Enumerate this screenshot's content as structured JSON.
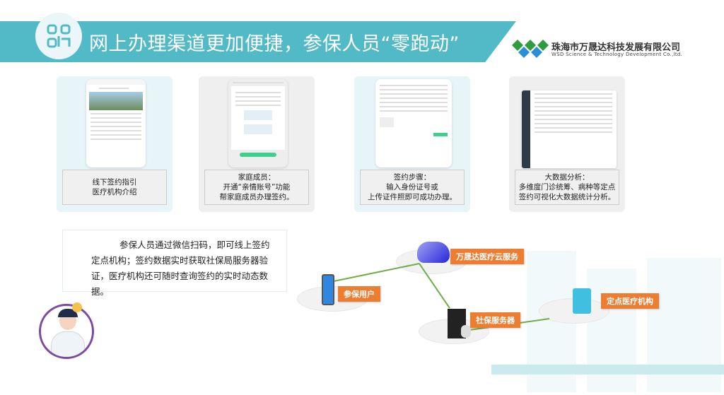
{
  "header": {
    "title": "网上办理渠道更加便捷，参保人员“零跑动”",
    "company_cn": "珠海市万晟达科技发展有限公司",
    "company_en": "WSD Science & Technology Development Co.,ltd.",
    "accent": "#52b9c6"
  },
  "cards": [
    {
      "lines": [
        "线下签约指引",
        "医疗机构介绍"
      ]
    },
    {
      "lines": [
        "家庭成员：",
        "开通“亲情账号”功能",
        "帮家庭成员办理签约。"
      ]
    },
    {
      "lines": [
        "签约步骤：",
        "输入身份证号或",
        "上传证件照即可成功办理。"
      ]
    },
    {
      "lines": [
        "大数据分析：",
        "多维度门诊统筹、病种等定点",
        "签约可视化大数据统计分析。"
      ]
    }
  ],
  "description": "参保人员通过微信扫码，即可线上签约定点机构；签约数据实时获取社保局服务器验证，医疗机构还可随时查询签约的实时动态数据。",
  "diagram": {
    "cloud": "万晟达医疗云服务",
    "user": "参保用户",
    "server": "社保服务器",
    "hospital": "定点医疗机构",
    "tag_color": "#ed7d31",
    "link_color": "#70ad47"
  }
}
